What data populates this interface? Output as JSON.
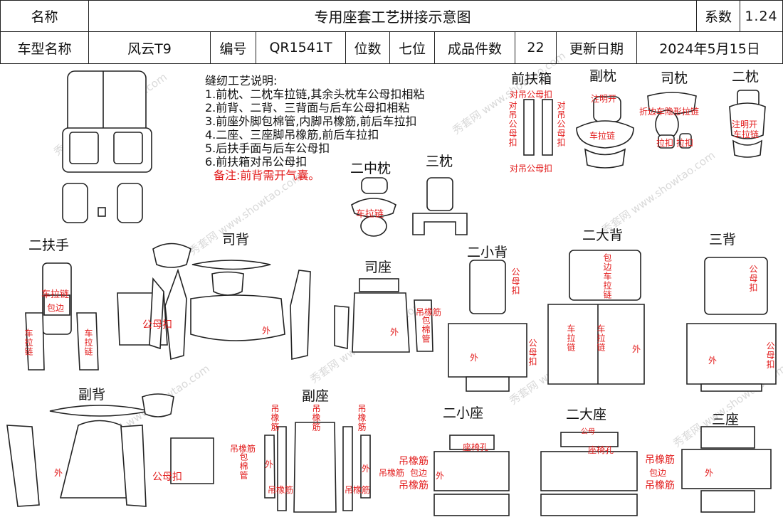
{
  "header": {
    "name_label": "名称",
    "title": "专用座套工艺拼接示意图",
    "coef_label": "系数",
    "coef_value": "1.24",
    "model_label": "车型名称",
    "model_value": "风云T9",
    "code_label": "编号",
    "code_value": "QR1541T",
    "seats_label": "位数",
    "seats_value": "七位",
    "pieces_label": "成品件数",
    "pieces_value": "22",
    "update_label": "更新日期",
    "update_value": "2024年5月15日"
  },
  "notes": {
    "heading": "缝纫工艺说明:",
    "lines": [
      "1.前枕、二枕车拉链,其余头枕车公母扣相粘",
      "2.前背、二背、三背面与后车公母扣相粘",
      "3.前座外脚包棉管,内脚吊橡筋,前后车拉扣",
      "4.二座、三座脚吊橡筋,前后车拉扣",
      "5.后扶手面与后车公母扣",
      "6.前扶箱对吊公母扣"
    ],
    "remark": "备注:前背需开气囊。"
  },
  "parts": {
    "front_box": "前扶箱",
    "passenger_pillow": "副枕",
    "driver_pillow": "司枕",
    "second_pillow": "二枕",
    "second_mid_pillow": "二中枕",
    "third_pillow": "三枕",
    "second_armrest": "二扶手",
    "driver_back": "司背",
    "driver_seat": "司座",
    "second_small_back": "二小背",
    "second_big_back": "二大背",
    "third_back": "三背",
    "passenger_back": "副背",
    "passenger_seat": "副座",
    "second_small_seat": "二小座",
    "second_big_seat": "二大座",
    "third_seat": "三座"
  },
  "annotations": {
    "hang_snap": "对吊公母扣",
    "zipper_open": "注明开",
    "car_zipper": "车拉链",
    "edge_zip": "折边车隐形拉链",
    "pull_buckle": "拉扣",
    "wrap_edge": "包边",
    "snap": "公母扣",
    "outer": "外",
    "elastic": "吊橡筋",
    "wrap_tube": "包棉管",
    "seat_hole": "座椅孔",
    "male_female": "公母",
    "wrap_edge_zip": "包边车拉链"
  },
  "watermark": "秀套网 www.showtao.com"
}
